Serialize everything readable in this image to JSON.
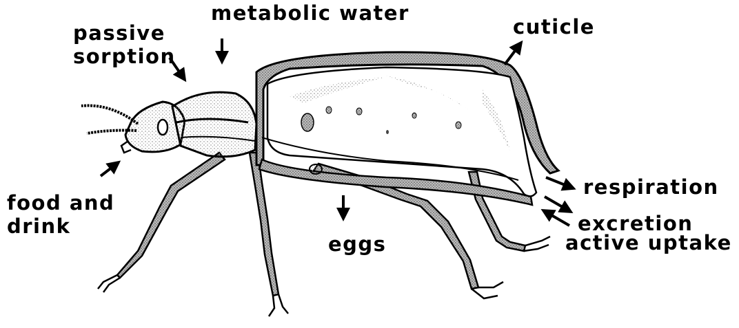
{
  "labels": {
    "metabolic_water": "metabolic water",
    "passive_sorption_line1": "passive",
    "passive_sorption_line2": "sorption",
    "cuticle": "cuticle",
    "food_drink_line1": "food and",
    "food_drink_line2": "drink",
    "respiration": "respiration",
    "excretion": "excretion",
    "active_uptake": "active uptake",
    "eggs": "eggs"
  },
  "colors": {
    "ink": "#000000",
    "stipple": "#9a9a9a",
    "background": "#ffffff"
  }
}
